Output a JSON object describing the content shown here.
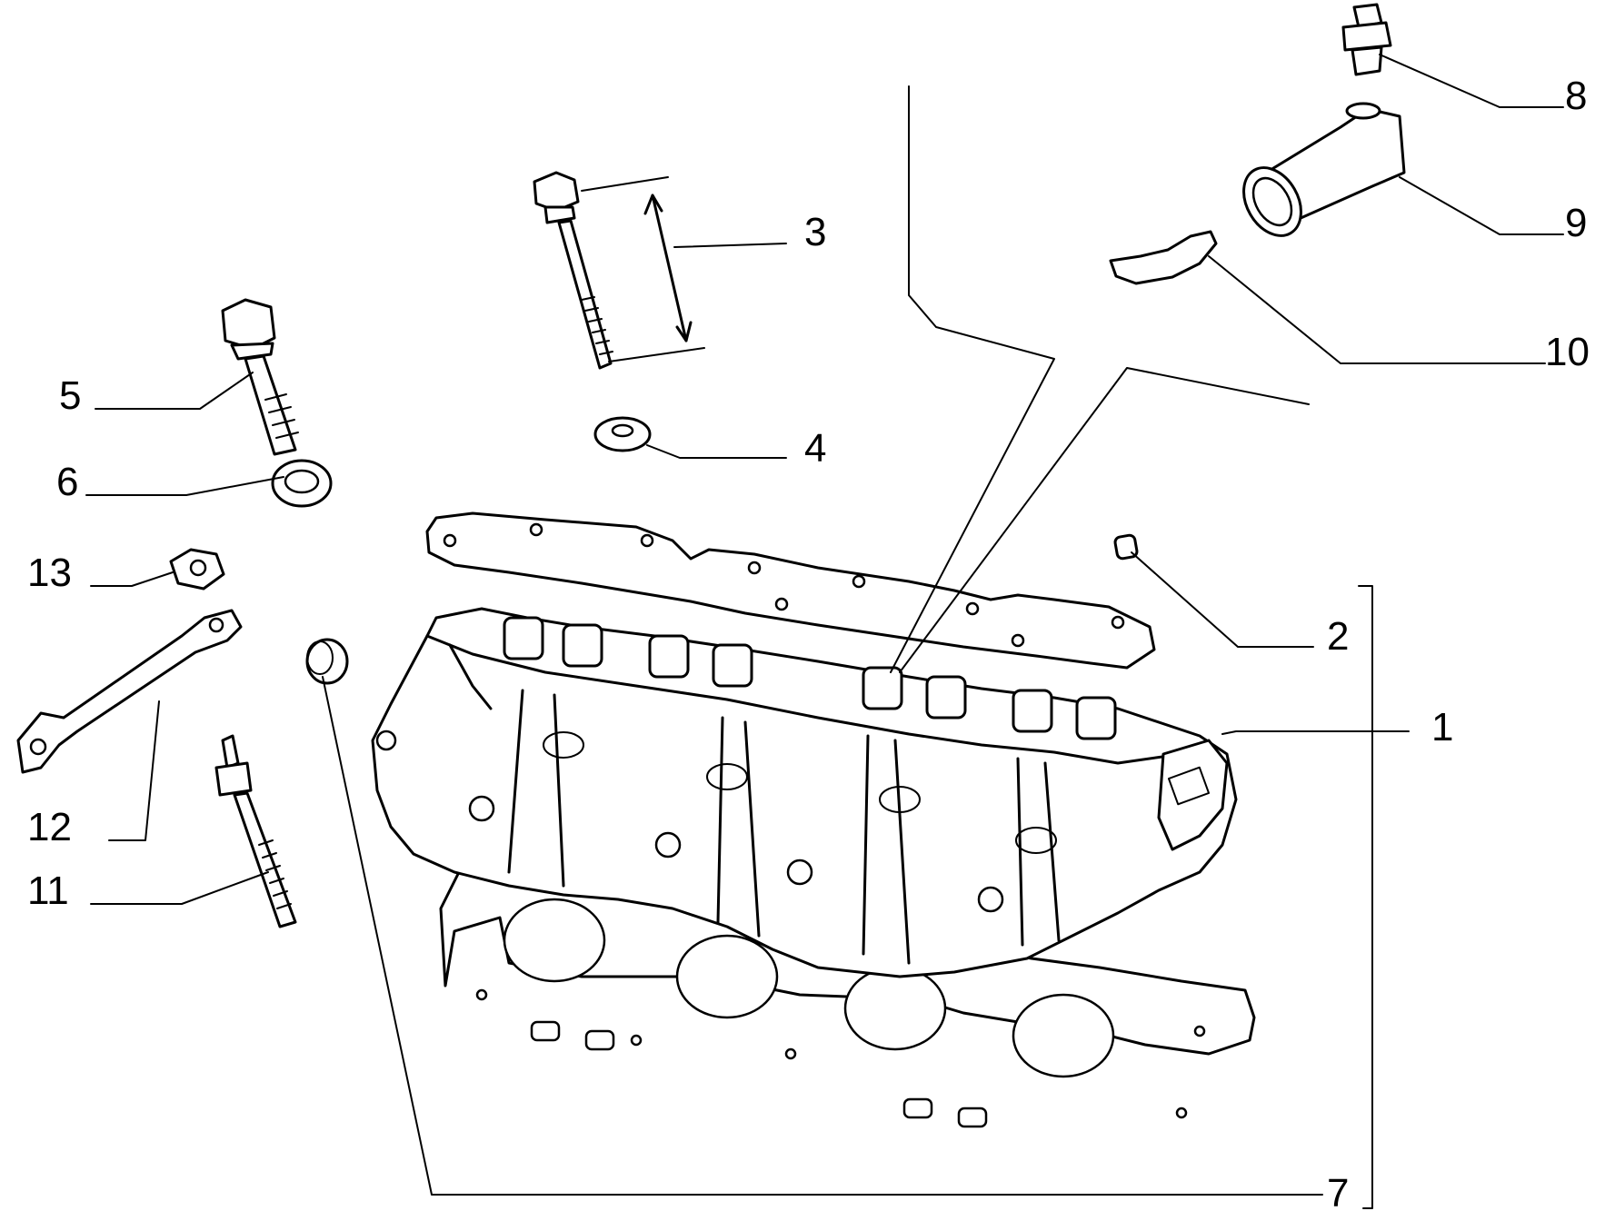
{
  "diagram": {
    "background_color": "#ffffff",
    "line_color": "#000000",
    "callouts": {
      "c1": "1",
      "c2": "2",
      "c3": "3",
      "c4": "4",
      "c5": "5",
      "c6": "6",
      "c7": "7",
      "c8": "8",
      "c9": "9",
      "c10": "10",
      "c11": "11",
      "c12": "12",
      "c13": "13"
    }
  }
}
